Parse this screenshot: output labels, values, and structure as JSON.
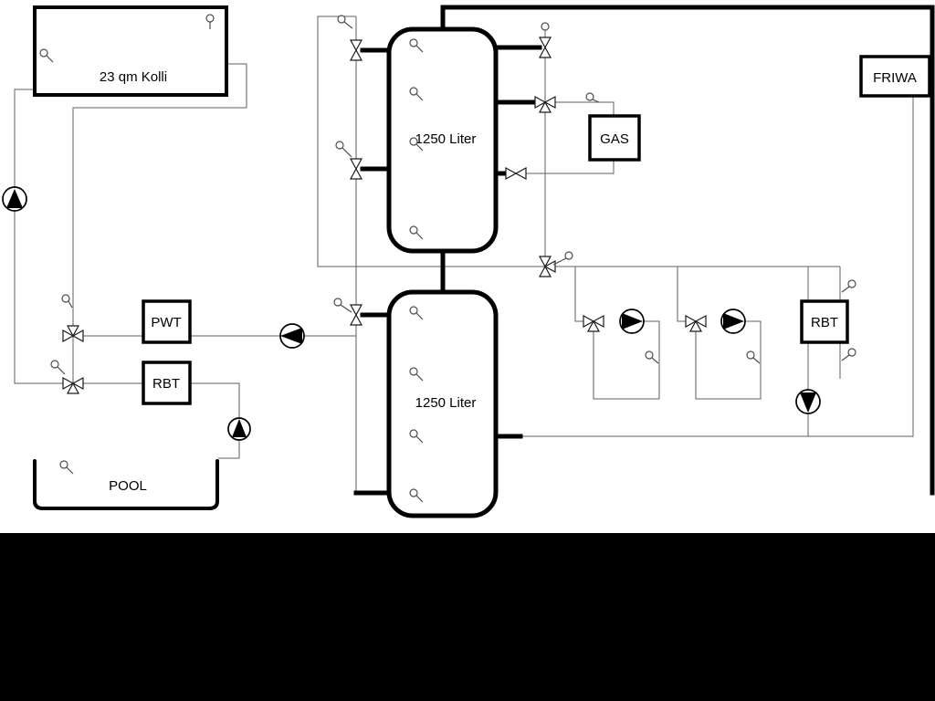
{
  "components": {
    "collector": {
      "label": "23 qm Kolli"
    },
    "tank_top": {
      "label": "1250 Liter"
    },
    "tank_bottom": {
      "label": "1250 Liter"
    },
    "gas": {
      "label": "GAS"
    },
    "friwa": {
      "label": "FRIWA"
    },
    "pwt": {
      "label": "PWT"
    },
    "rbt_left": {
      "label": "RBT"
    },
    "rbt_right": {
      "label": "RBT"
    },
    "pool": {
      "label": "POOL"
    }
  },
  "icons": {
    "pump_icon": "circle with solid directional triangle",
    "valve_icon": "bowtie (two hollow triangles)",
    "three_way_valve_icon": "bowtie with third hollow triangle",
    "temperature_sensor_icon": "small circle with stem"
  },
  "colors": {
    "thin_line": "#5f5f5f",
    "thick_pipe": "#000000",
    "box_border": "#000000",
    "background": "#ffffff",
    "bottom_band": "#000000"
  }
}
